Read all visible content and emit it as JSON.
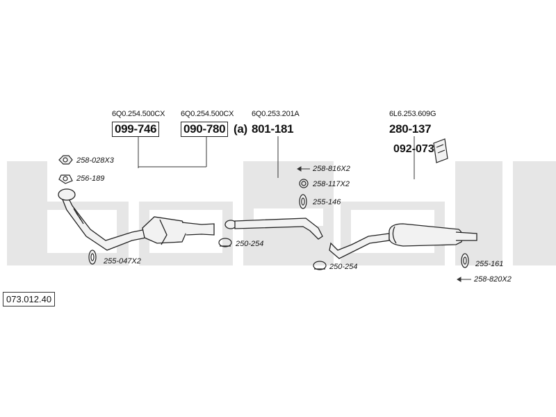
{
  "brand_watermark": "bosal",
  "colors": {
    "watermark": "#e6e6e6",
    "line": "#333333",
    "part_fill": "#f2f2f2"
  },
  "reference": "073.012.40",
  "groups": [
    {
      "oem": "6Q0.254.500CX",
      "part": "099-746",
      "boxed": true
    },
    {
      "oem": "6Q0.254.500CX",
      "part": "090-780",
      "boxed": true,
      "suffix": "(a)"
    },
    {
      "oem": "6Q0.253.201A",
      "part": "801-181",
      "boxed": false
    },
    {
      "oem": "6L6.253.609G",
      "part": "280-137",
      "boxed": false
    }
  ],
  "bracket_part": "092-073",
  "hardware": {
    "nut": "258-028X3",
    "gasket_top": "256-189",
    "rubber_left": "255-047X2",
    "clamp_1": "250-254",
    "bolt_1": "258-816X2",
    "ring": "258-117X2",
    "rubber_mid": "255-146",
    "clamp_2": "250-254",
    "rubber_right": "255-161",
    "bolt_2": "258-820X2"
  }
}
